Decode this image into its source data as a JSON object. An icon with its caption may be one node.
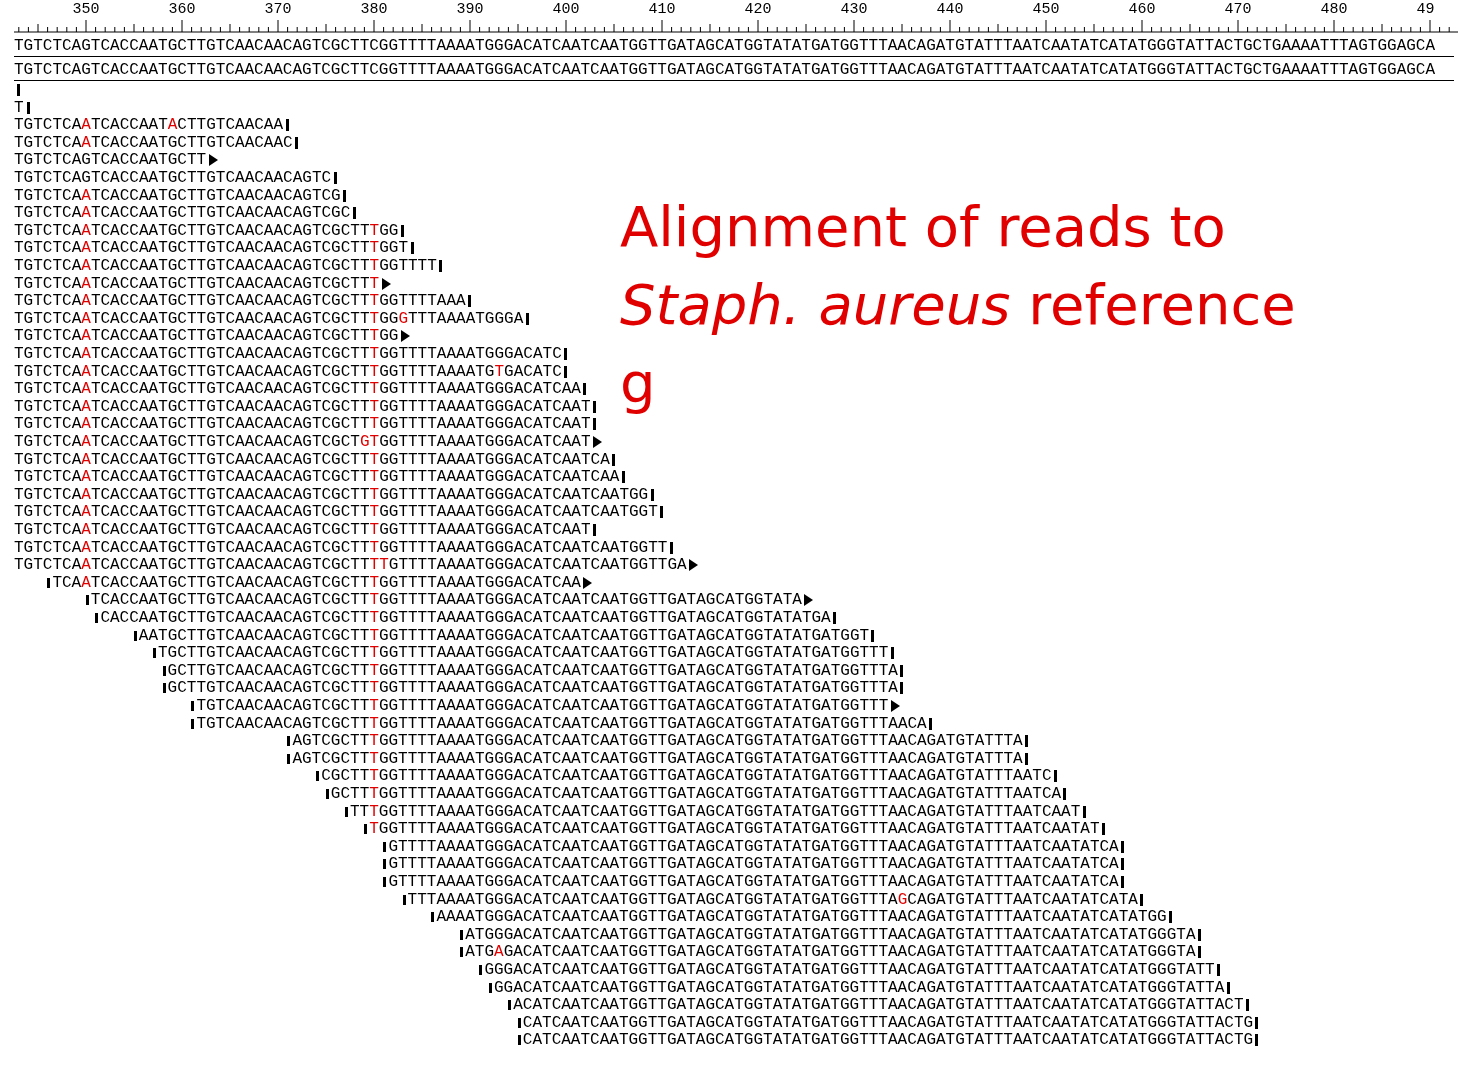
{
  "diagram": {
    "title": "Alignment of reads to *Staph. aureus* reference g",
    "labels": [
      "350",
      "360",
      "370",
      "380",
      "390",
      "400",
      "410",
      "420",
      "430",
      "440",
      "450",
      "460",
      "470",
      "480",
      "49",
      "TGTCTCAGTCACCAATGCTTGTCAACAACAGTCGCTTCGGTTTTAAAATGGGACATCAATCAATGGTTGATAGCATGGTATATGATGGTTTAACAGATGTATTTAATCAATATCATATGGGTATTACTGCTGAAAATTTAGTGGAGCA",
      "TGTCTCAGTCACCAATGCTTGTCAACAACAGTCGCTTCGGTTTTAAAATGGGACATCAATCAATGGTTGATAGCATGGTATATGATGGTTTAACAGATGTATTTAATCAATATCATATGGGTATTACTGCTGAAAATTTAGTGGAGCA",
      "T",
      "TGTCTCAATCACCAATACTTGTCAACAA",
      "TGTCTCAATCACCAATGCTTGTCAACAAC",
      "TGTCTCAGTCACCAATGCTT",
      "TGTCTCAGTCACCAATGCTTGTCAACAACAGTC",
      "TGTCTCAATCACCAATGCTTGTCAACAACAGTCG",
      "TGTCTCAATCACCAATGCTTGTCAACAACAGTCGC",
      "TGTCTCAATCACCAATGCTTGTCAACAACAGTCGCTTTGG",
      "TGTCTCAATCACCAATGCTTGTCAACAACAGTCGCTTTGGT",
      "TGTCTCAATCACCAATGCTTGTCAACAACAGTCGCTTTGGTTTT",
      "TGTCTCAATCACCAATGCTTGTCAACAACAGTCGCTTT",
      "TGTCTCAATCACCAATGCTTGTCAACAACAGTCGCTTTGGTTTTAAA",
      "TGTCTCAATCACCAATGCTTGTCAACAACAGTCGCTTTGGGTTTAAAATGGGA",
      "TGTCTCAATCACCAATGCTTGTCAACAACAGTCGCTTTGG",
      "TGTCTCAATCACCAATGCTTGTCAACAACAGTCGCTTTGGTTTTAAAATGGGACATC",
      "TGTCTCAATCACCAATGCTTGTCAACAACAGTCGCTTTGGTTTTAAAATGTGACATC",
      "TGTCTCAATCACCAATGCTTGTCAACAACAGTCGCTTTGGTTTTAAAATGGGACATCAA",
      "TGTCTCAATCACCAATGCTTGTCAACAACAGTCGCTTTGGTTTTAAAATGGGACATCAAT",
      "TGTCTCAATCACCAATGCTTGTCAACAACAGTCGCTTTGGTTTTAAAATGGGACATCAAT",
      "TGTCTCAATCACCAATGCTTGTCAACAACAGTCGCTGTGGTTTTAAAATGGGACATCAAT",
      "TGTCTCAATCACCAATGCTTGTCAACAACAGTCGCTTTGGTTTTAAAATGGGACATCAATCA",
      "TGTCTCAATCACCAATGCTTGTCAACAACAGTCGCTTTGGTTTTAAAATGGGACATCAATCAA",
      "TGTCTCAATCACCAATGCTTGTCAACAACAGTCGCTTTGGTTTTAAAATGGGACATCAATCAATGG",
      "TGTCTCAATCACCAATGCTTGTCAACAACAGTCGCTTTGGTTTTAAAATGGGACATCAATCAATGGT",
      "TGTCTCAATCACCAATGCTTGTCAACAACAGTCGCTTTGGTTTTAAAATGGGACATCAAT",
      "TGTCTCAATCACCAATGCTTGTCAACAACAGTCGCTTTGGTTTTAAAATGGGACATCAATCAATGGTT",
      "TGTCTCAATCACCAATGCTTGTCAACAACAGTCGCTTTTGTTTTAAAATGGGACATCAATCAATGGTTGA",
      "TCAATCACCAATGCTTGTCAACAACAGTCGCTTTGGTTTTAAAATGGGACATCAA",
      "TCACCAATGCTTGTCAACAACAGTCGCTTTGGTTTTAAAATGGGACATCAATCAATGGTTGATAGCATGGTATA",
      "CACCAATGCTTGTCAACAACAGTCGCTTTGGTTTTAAAATGGGACATCAATCAATGGTTGATAGCATGGTATATGA",
      "AATGCTTGTCAACAACAGTCGCTTTGGTTTTAAAATGGGACATCAATCAATGGTTGATAGCATGGTATATGATGGT",
      "TGCTTGTCAACAACAGTCGCTTTGGTTTTAAAATGGGACATCAATCAATGGTTGATAGCATGGTATATGATGGTTT",
      "GCTTGTCAACAACAGTCGCTTTGGTTTTAAAATGGGACATCAATCAATGGTTGATAGCATGGTATATGATGGTTTA",
      "GCTTGTCAACAACAGTCGCTTTGGTTTTAAAATGGGACATCAATCAATGGTTGATAGCATGGTATATGATGGTTTA",
      "TGTCAACAACAGTCGCTTTGGTTTTAAAATGGGACATCAATCAATGGTTGATAGCATGGTATATGATGGTTT",
      "TGTCAACAACAGTCGCTTTGGTTTTAAAATGGGACATCAATCAATGGTTGATAGCATGGTATATGATGGTTTAACA",
      "AGTCGCTTTGGTTTTAAAATGGGACATCAATCAATGGTTGATAGCATGGTATATGATGGTTTAACAGATGTATTTA",
      "AGTCGCTTTGGTTTTAAAATGGGACATCAATCAATGGTTGATAGCATGGTATATGATGGTTTAACAGATGTATTTA",
      "CGCTTTGGTTTTAAAATGGGACATCAATCAATGGTTGATAGCATGGTATATGATGGTTTAACAGATGTATTTAATC",
      "GCTTTGGTTTTAAAATGGGACATCAATCAATGGTTGATAGCATGGTATATGATGGTTTAACAGATGTATTTAATCA",
      "TTTGGTTTTAAAATGGGACATCAATCAATGGTTGATAGCATGGTATATGATGGTTTAACAGATGTATTTAATCAAT",
      "TGGTTTTAAAATGGGACATCAATCAATGGTTGATAGCATGGTATATGATGGTTTAACAGATGTATTTAATCAATAT",
      "GTTTTAAAATGGGACATCAATCAATGGTTGATAGCATGGTATATGATGGTTTAACAGATGTATTTAATCAATATCA",
      "GTTTTAAAATGGGACATCAATCAATGGTTGATAGCATGGTATATGATGGTTTAACAGATGTATTTAATCAATATCA",
      "GTTTTAAAATGGGACATCAATCAATGGTTGATAGCATGGTATATGATGGTTTAACAGATGTATTTAATCAATATCA",
      "TTTAAAATGGGACATCAATCAATGGTTGATAGCATGGTATATGATGGTTTAGCAGATGTATTTAATCAATATCATA",
      "AAAATGGGACATCAATCAATGGTTGATAGCATGGTATATGATGGTTTAACAGATGTATTTAATCAATATCATATGG",
      "ATGGGACATCAATCAATGGTTGATAGCATGGTATATGATGGTTTAACAGATGTATTTAATCAATATCATATGGGTA",
      "ATGAGACATCAATCAATGGTTGATAGCATGGTATATGATGGTTTAACAGATGTATTTAATCAATATCATATGGGTA",
      "GGGACATCAATCAATGGTTGATAGCATGGTATATGATGGTTTAACAGATGTATTTAATCAATATCATATGGGTATT",
      "GGACATCAATCAATGGTTGATAGCATGGTATATGATGGTTTAACAGATGTATTTAATCAATATCATATGGGTATTA",
      "ACATCAATCAATGGTTGATAGCATGGTATATGATGGTTTAACAGATGTATTTAATCAATATCATATGGGTATTACT",
      "CATCAATCAATGGTTGATAGCATGGTATATGATGGTTTAACAGATGTATTTAATCAATATCATATGGGTATTACTG",
      "CATCAATCAATGGTTGATAGCATGGTATATGATGGTTTAACAGATGTATTTAATCAATATCATATGGGTATTACTG"
    ]
  }
}
